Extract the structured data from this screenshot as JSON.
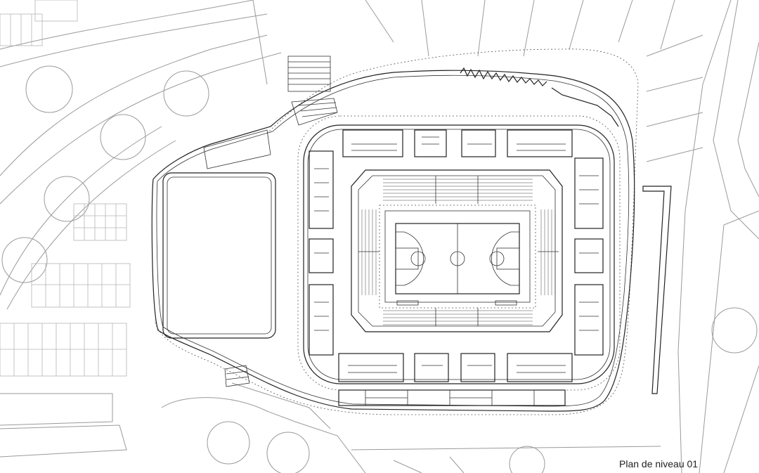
{
  "caption": "Plan de niveau 01",
  "drawing": {
    "kind": "architectural-floor-plan",
    "subject": "sports arena with basketball court",
    "line_color": "#222222",
    "context_line_color": "#9a9a9a"
  }
}
